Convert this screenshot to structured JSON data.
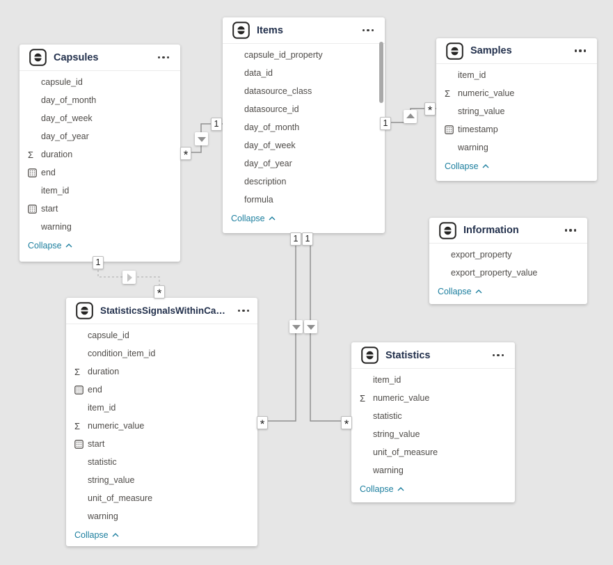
{
  "colors": {
    "background": "#e6e6e6",
    "card": "#ffffff",
    "title_text": "#22304c",
    "field_text": "#4e4b48",
    "accent_link": "#1b7e9e",
    "connector": "#8f8f8f",
    "connector_inactive": "#bdbdbd"
  },
  "icons": {
    "table_icon": "database-icon",
    "more_icon": "more-options-icon",
    "sum_glyph": "Σ",
    "date_icon": "calendar-icon",
    "collapse_chevron": "chevron-up-icon"
  },
  "tables": [
    {
      "name": "Capsules",
      "collapse_label": "Collapse",
      "fields": [
        {
          "name": "capsule_id",
          "icon": null
        },
        {
          "name": "day_of_month",
          "icon": null
        },
        {
          "name": "day_of_week",
          "icon": null
        },
        {
          "name": "day_of_year",
          "icon": null
        },
        {
          "name": "duration",
          "icon": "sum"
        },
        {
          "name": "end",
          "icon": "date"
        },
        {
          "name": "item_id",
          "icon": null
        },
        {
          "name": "start",
          "icon": "date"
        },
        {
          "name": "warning",
          "icon": null
        }
      ]
    },
    {
      "name": "Items",
      "collapse_label": "Collapse",
      "fields": [
        {
          "name": "capsule_id_property",
          "icon": null
        },
        {
          "name": "data_id",
          "icon": null
        },
        {
          "name": "datasource_class",
          "icon": null
        },
        {
          "name": "datasource_id",
          "icon": null
        },
        {
          "name": "day_of_month",
          "icon": null
        },
        {
          "name": "day_of_week",
          "icon": null
        },
        {
          "name": "day_of_year",
          "icon": null
        },
        {
          "name": "description",
          "icon": null
        },
        {
          "name": "formula",
          "icon": null
        }
      ]
    },
    {
      "name": "Samples",
      "collapse_label": "Collapse",
      "fields": [
        {
          "name": "item_id",
          "icon": null
        },
        {
          "name": "numeric_value",
          "icon": "sum"
        },
        {
          "name": "string_value",
          "icon": null
        },
        {
          "name": "timestamp",
          "icon": "date"
        },
        {
          "name": "warning",
          "icon": null
        }
      ]
    },
    {
      "name": "Information",
      "collapse_label": "Collapse",
      "fields": [
        {
          "name": "export_property",
          "icon": null
        },
        {
          "name": "export_property_value",
          "icon": null
        }
      ]
    },
    {
      "name": "StatisticsSignalsWithinCapsules",
      "collapse_label": "Collapse",
      "fields": [
        {
          "name": "capsule_id",
          "icon": null
        },
        {
          "name": "condition_item_id",
          "icon": null
        },
        {
          "name": "duration",
          "icon": "sum"
        },
        {
          "name": "end",
          "icon": "date"
        },
        {
          "name": "item_id",
          "icon": null
        },
        {
          "name": "numeric_value",
          "icon": "sum"
        },
        {
          "name": "start",
          "icon": "date"
        },
        {
          "name": "statistic",
          "icon": null
        },
        {
          "name": "string_value",
          "icon": null
        },
        {
          "name": "unit_of_measure",
          "icon": null
        },
        {
          "name": "warning",
          "icon": null
        }
      ]
    },
    {
      "name": "Statistics",
      "collapse_label": "Collapse",
      "fields": [
        {
          "name": "item_id",
          "icon": null
        },
        {
          "name": "numeric_value",
          "icon": "sum"
        },
        {
          "name": "statistic",
          "icon": null
        },
        {
          "name": "string_value",
          "icon": null
        },
        {
          "name": "unit_of_measure",
          "icon": null
        },
        {
          "name": "warning",
          "icon": null
        }
      ]
    }
  ],
  "relationships": [
    {
      "from": "Items",
      "to": "Capsules",
      "from_card": "1",
      "to_card": "*",
      "direction": "down",
      "style": "solid"
    },
    {
      "from": "Items",
      "to": "Samples",
      "from_card": "1",
      "to_card": "*",
      "direction": "up",
      "style": "solid"
    },
    {
      "from": "Capsules",
      "to": "StatisticsSignalsWithinCapsules",
      "from_card": "1",
      "to_card": "*",
      "direction": "right",
      "style": "dashed"
    },
    {
      "from": "Items",
      "to": "StatisticsSignalsWithinCapsules",
      "from_card": "1",
      "to_card": "*",
      "direction": "down",
      "style": "solid"
    },
    {
      "from": "Items",
      "to": "Statistics",
      "from_card": "1",
      "to_card": "*",
      "direction": "down",
      "style": "solid"
    }
  ]
}
